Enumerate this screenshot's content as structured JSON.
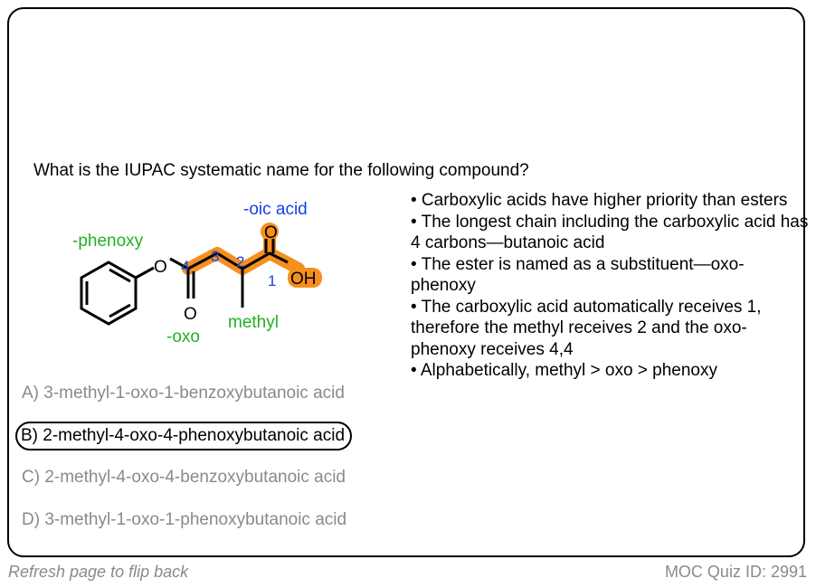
{
  "question": "What is the IUPAC systematic name for the following compound?",
  "molecule": {
    "labels": {
      "oic_acid": "-oic acid",
      "phenoxy": "-phenoxy",
      "oxo": "-oxo",
      "methyl": "methyl",
      "o_ester": "O",
      "o_carbonyl_ester": "O",
      "o_carbonyl_acid": "O",
      "oh": "OH",
      "n1": "1",
      "n2": "2",
      "n3": "3",
      "n4": "4"
    },
    "colors": {
      "highlight": "#F5901E",
      "locant": "#1A3FE0",
      "substituent": "#22B022"
    }
  },
  "explanation": [
    "• Carboxylic acids have higher priority than esters",
    "• The longest chain including the carboxylic acid has 4 carbons—butanoic acid",
    "• The ester is named as a substituent—oxo-phenoxy",
    "• The carboxylic acid automatically receives 1, therefore the methyl receives 2 and the oxo-phenoxy receives 4,4",
    "• Alphabetically, methyl > oxo > phenoxy"
  ],
  "choices": [
    {
      "label": "A) 3-methyl-1-oxo-1-benzoxybutanoic acid",
      "selected": false
    },
    {
      "label": "B) 2-methyl-4-oxo-4-phenoxybutanoic acid",
      "selected": true
    },
    {
      "label": "C) 2-methyl-4-oxo-4-benzoxybutanoic acid",
      "selected": false
    },
    {
      "label": "D) 3-methyl-1-oxo-1-phenoxybutanoic acid",
      "selected": false
    }
  ],
  "footer": {
    "hint": "Refresh page to flip back",
    "quiz_id": "MOC Quiz ID: 2991"
  }
}
